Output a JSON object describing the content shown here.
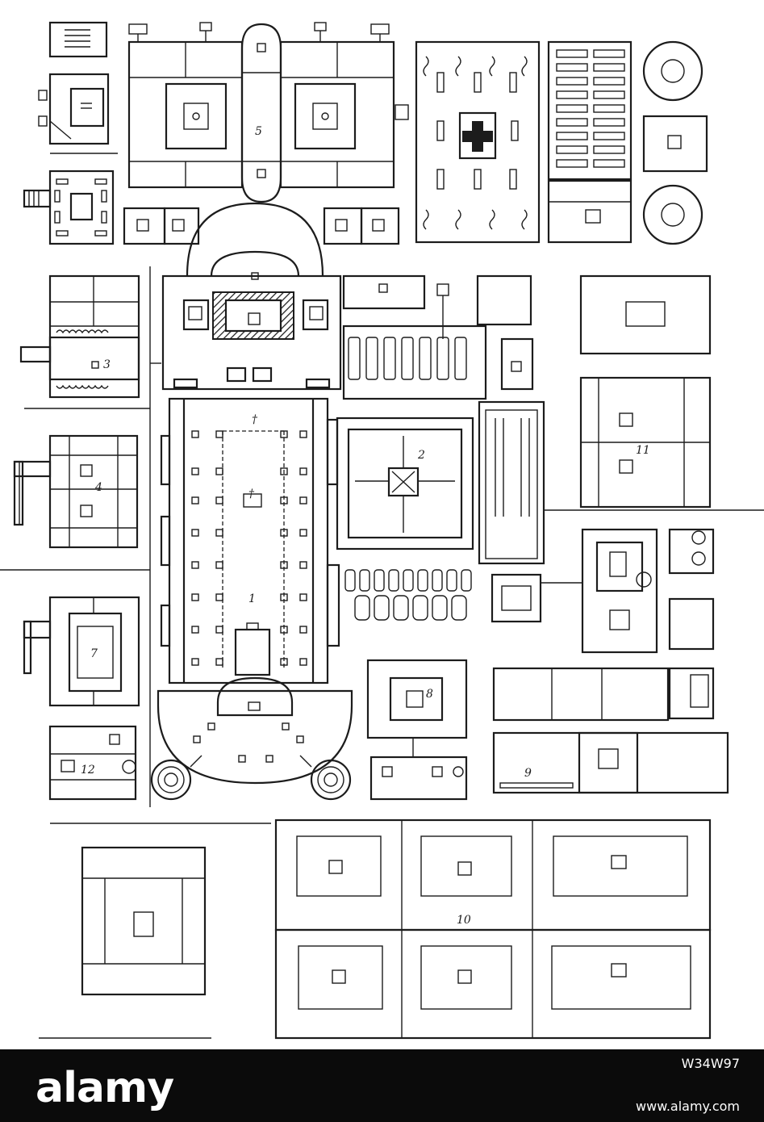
{
  "plan": {
    "labels": {
      "church": "1",
      "cloister": "2",
      "building_3": "3",
      "building_4": "4",
      "building_5": "5",
      "building_7": "7",
      "building_8": "8",
      "building_9": "9",
      "building_10": "10",
      "building_11": "11",
      "building_12": "12"
    }
  },
  "banner": {
    "logo_text": "alamy",
    "image_id": "W34W97",
    "url": "www.alamy.com"
  },
  "colors": {
    "ink": "#1c1c1c",
    "paper": "#ffffff",
    "banner_bg": "#0b0b0b",
    "banner_text": "#ffffff"
  }
}
